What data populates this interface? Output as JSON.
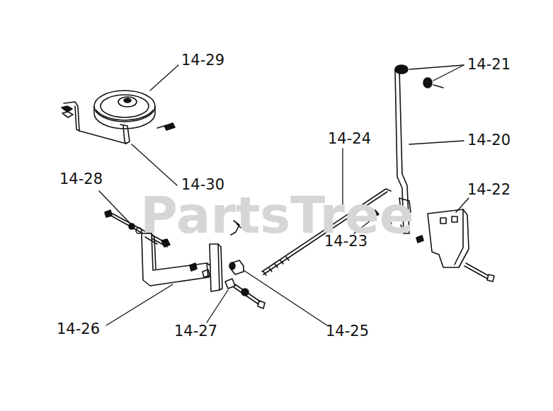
{
  "diagram": {
    "labels": [
      "14-29",
      "14-30",
      "14-28",
      "14-26",
      "14-27",
      "14-25",
      "14-24",
      "14-23",
      "14-21",
      "14-20",
      "14-22",
      "PartsTree"
    ]
  }
}
